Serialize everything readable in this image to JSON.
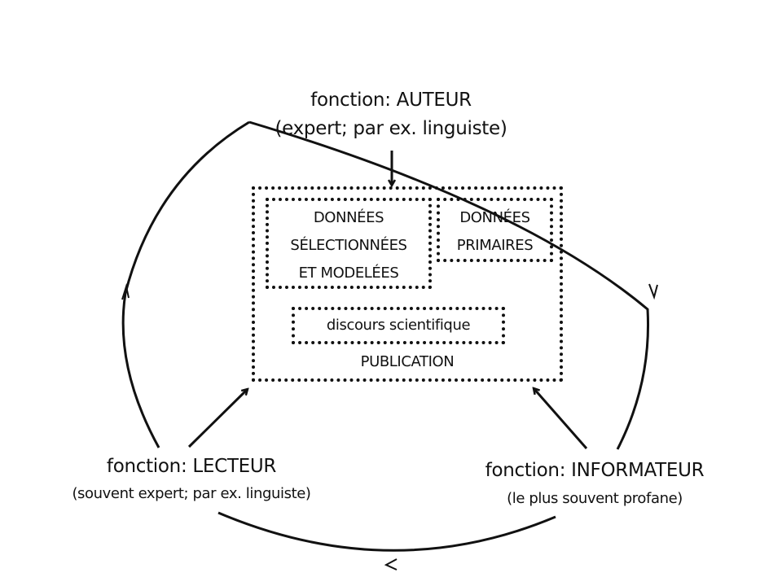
{
  "diagram": {
    "roles": {
      "author": {
        "title": "fonction: AUTEUR",
        "subtitle": "(expert; par ex. linguiste)"
      },
      "reader": {
        "title": "fonction: LECTEUR",
        "subtitle": "(souvent expert; par ex. linguiste)"
      },
      "informant": {
        "title": "fonction: INFORMATEUR",
        "subtitle": "(le plus souvent profane)"
      }
    },
    "publication": {
      "label": "PUBLICATION",
      "selected_data": {
        "line1": "DONNÉES",
        "line2": "SÉLECTIONNÉES",
        "line3": "ET MODELÉES"
      },
      "primary_data": {
        "line1": "DONNÉES",
        "line2": "PRIMAIRES"
      },
      "discourse": "discours scientifique"
    },
    "cycle_direction": "clockwise",
    "colors": {
      "stroke": "#111111",
      "background": "#ffffff"
    }
  }
}
